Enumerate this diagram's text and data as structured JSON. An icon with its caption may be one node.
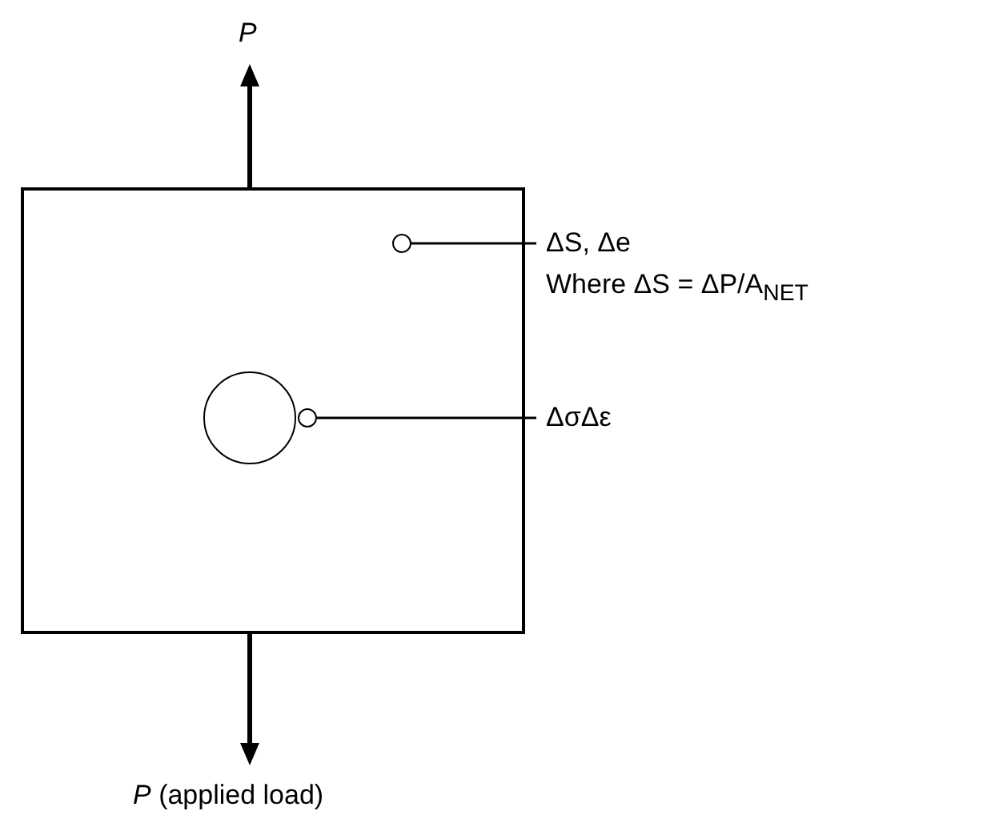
{
  "diagram": {
    "nodes": [
      {
        "text": [],
        "shape": "box"
      },
      {
        "text": [],
        "shape": "circle",
        "in": 0
      },
      {
        "text": [],
        "shape": "circle",
        "in": 0
      },
      {
        "text": [],
        "shape": "circle",
        "in": 0
      },
      {
        "text": [
          "ΔS, Δe",
          "Where ΔS = ΔP/A$_{NET}$"
        ]
      },
      {
        "text": [
          "ΔσΔε"
        ]
      }
    ],
    "edges": [
      {
        "from": 4,
        "to": 1,
        "arrow": "none"
      },
      {
        "from": 5,
        "to": 3,
        "arrow": "none"
      }
    ],
    "labels": [
      "P",
      "*P* (applied load)"
    ]
  }
}
